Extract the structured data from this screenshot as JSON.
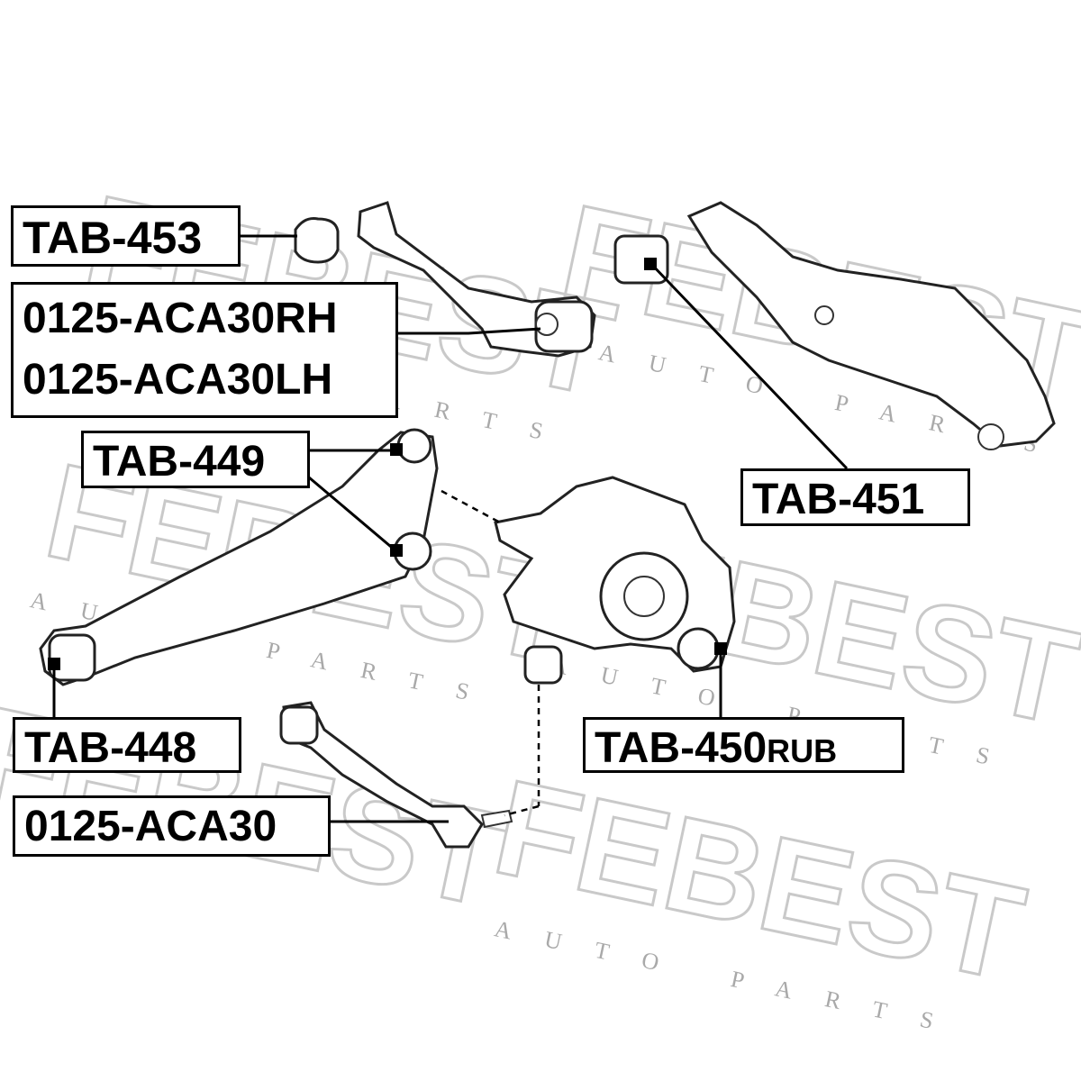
{
  "watermark": {
    "brand": "FEBEST",
    "tagline": "AUTO PARTS"
  },
  "labels": {
    "tab453": "TAB-453",
    "arm_rh": "0125-ACA30RH",
    "arm_lh": "0125-ACA30LH",
    "tab449": "TAB-449",
    "tab451": "TAB-451",
    "tab448": "TAB-448",
    "tab450_main": "TAB-450",
    "tab450_suffix": "RUB",
    "aca30": "0125-ACA30"
  }
}
